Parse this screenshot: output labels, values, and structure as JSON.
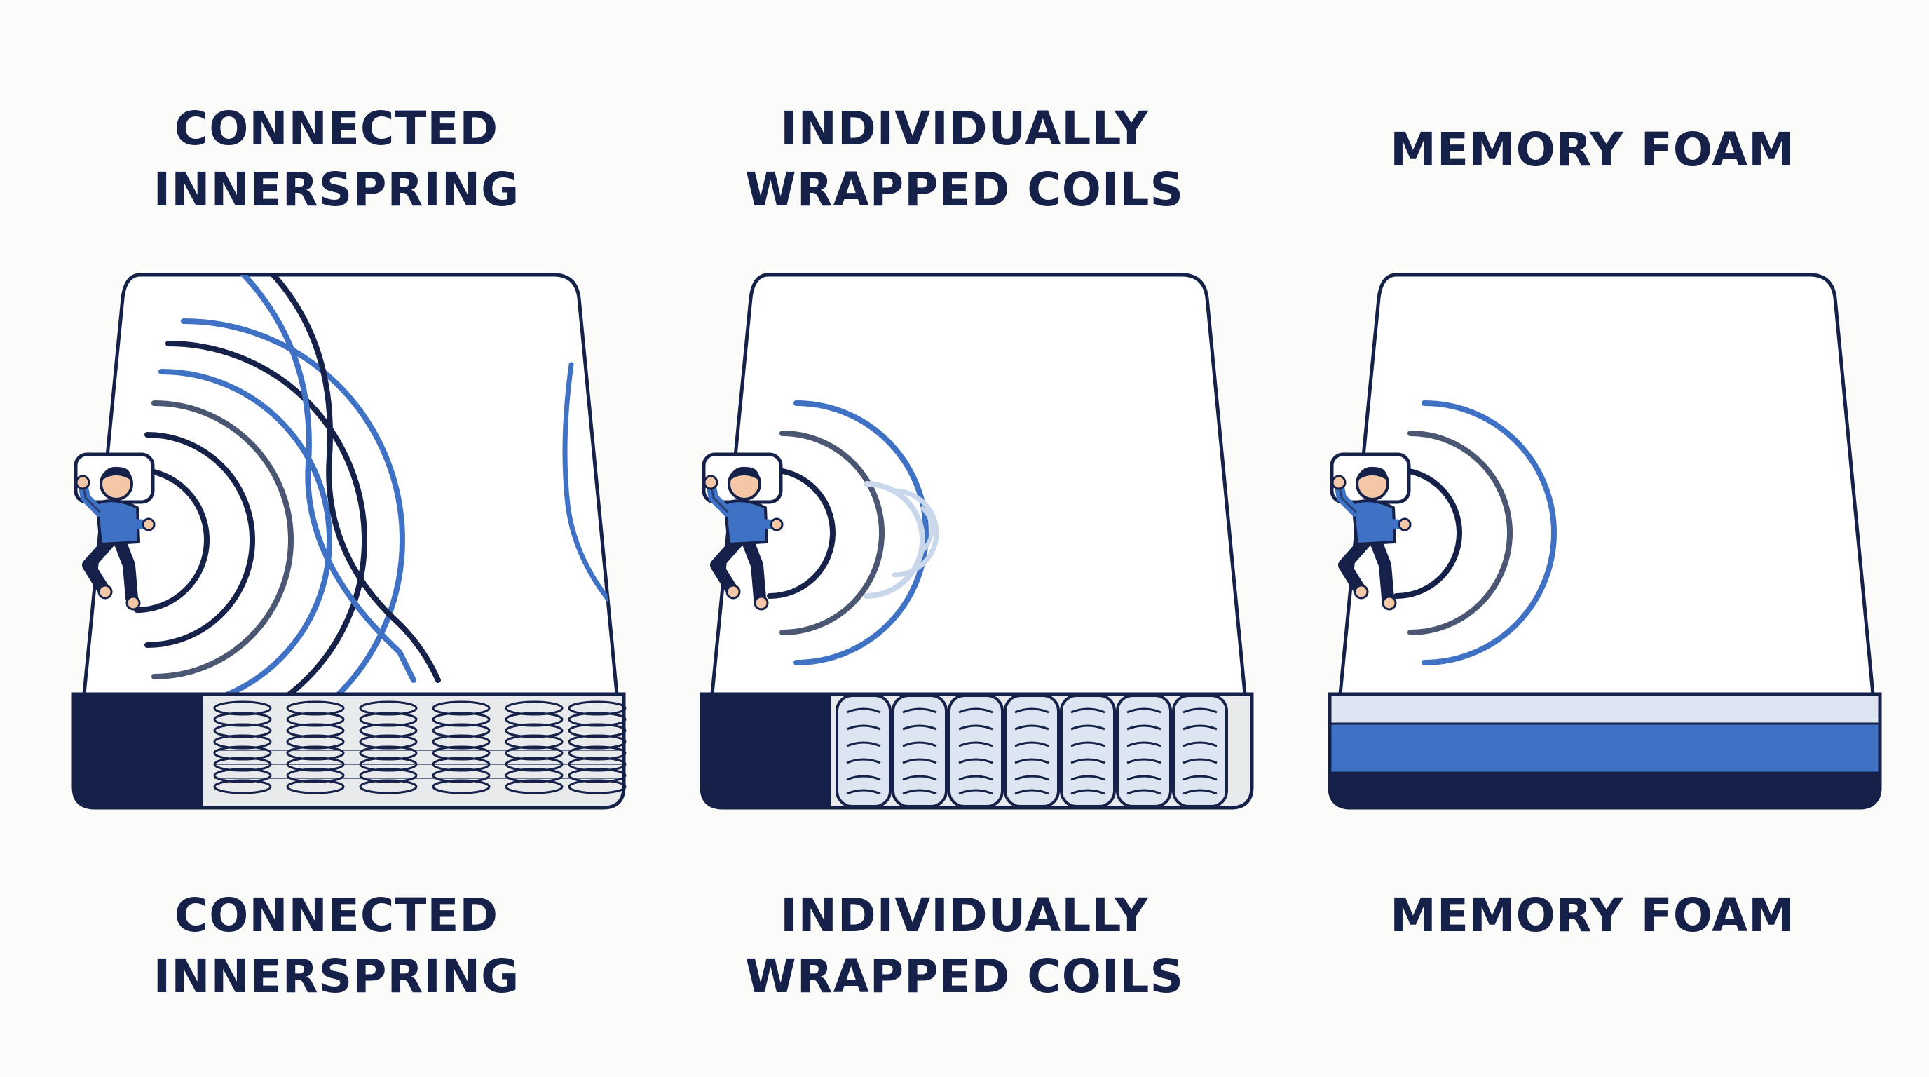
{
  "panels": [
    {
      "id": "connected-innerspring",
      "title_top": [
        "CONNECTED",
        "INNERSPRING"
      ],
      "title_bottom": [
        "CONNECTED",
        "INNERSPRING"
      ]
    },
    {
      "id": "individually-wrapped-coils",
      "title_top": [
        "INDIVIDUALLY",
        "WRAPPED COILS"
      ],
      "title_bottom": [
        "INDIVIDUALLY",
        "WRAPPED COILS"
      ]
    },
    {
      "id": "memory-foam",
      "title_top": [
        "MEMORY FOAM"
      ],
      "title_bottom": [
        "MEMORY FOAM"
      ]
    }
  ],
  "colors": {
    "navy": "#16214a",
    "blue": "#3f72c4",
    "slate": "#4b5672",
    "light_blue": "#c8d8ea",
    "pale": "#dde6f0",
    "background": "#fbfbf9"
  },
  "icons": [
    "sleeping-person-icon",
    "pillow-icon",
    "motion-wave-icon",
    "spring-coil-icon"
  ]
}
